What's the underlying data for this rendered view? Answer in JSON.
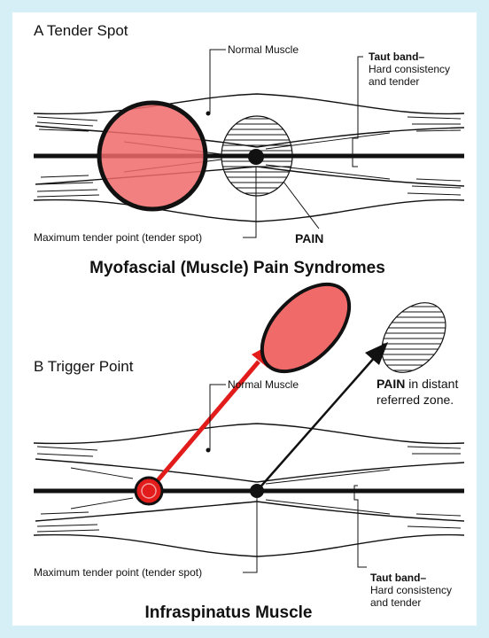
{
  "panelA": {
    "heading": "A  Tender Spot",
    "normal_muscle": "Normal Muscle",
    "taut_band_title": "Taut band–",
    "taut_band_line1": "Hard consistency",
    "taut_band_line2": "and tender",
    "max_point": "Maximum tender point (tender spot)",
    "pain": "PAIN"
  },
  "caption_middle": "Myofascial (Muscle) Pain Syndromes",
  "panelB": {
    "heading": "B  Trigger Point",
    "normal_muscle": "Normal Muscle",
    "pain_word": "PAIN",
    "pain_rest": " in distant",
    "pain_line2": "referred zone.",
    "max_point": "Maximum tender point (tender spot)",
    "taut_band_title": "Taut band–",
    "taut_band_line1": "Hard consistency",
    "taut_band_line2": "and tender"
  },
  "caption_bottom": "Infraspinatus Muscle",
  "colors": {
    "background": "#d6eef5",
    "highlight_fill": "#f06a6a",
    "arrow_red": "#e21b1b",
    "ink": "#111111"
  }
}
